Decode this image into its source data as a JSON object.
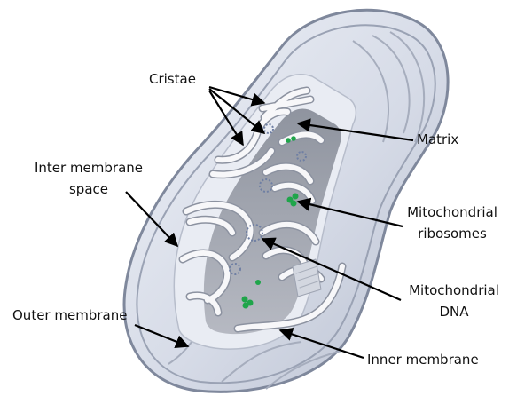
{
  "labels": {
    "cristae": "Cristae",
    "intermembrane_line1": "Inter membrane",
    "intermembrane_line2": "space",
    "outer_membrane": "Outer membrane",
    "matrix": "Matrix",
    "ribosomes_line1": "Mitochondrial",
    "ribosomes_line2": "ribosomes",
    "dna_line1": "Mitochondrial",
    "dna_line2": "DNA",
    "inner_membrane": "Inner membrane"
  },
  "colors": {
    "outer_body": "#dfe4ef",
    "outer_stroke": "#7f889c",
    "intermembrane": "#e9ecf3",
    "matrix": "#a9adb8",
    "inner_membrane": "#f7f7f9",
    "ribosome": "#1fa54a",
    "pointer": "#000000"
  }
}
